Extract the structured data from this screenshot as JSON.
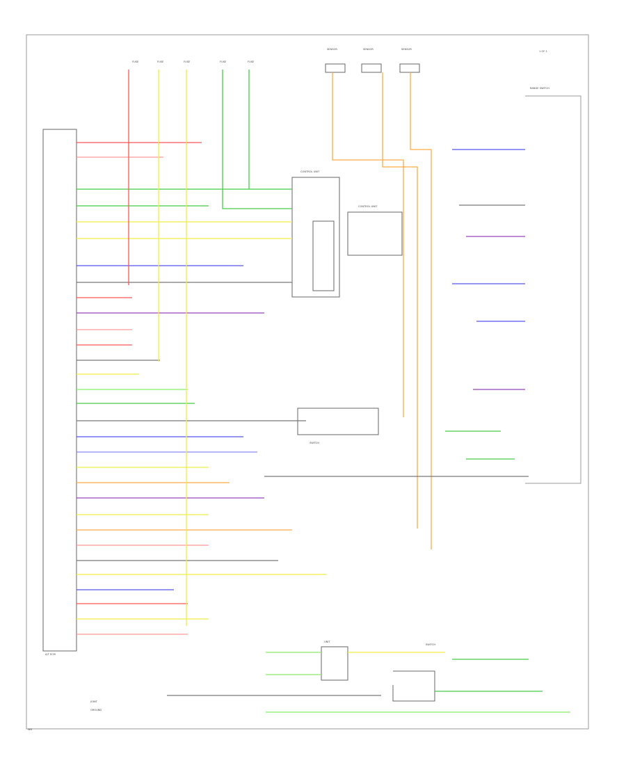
{
  "header": {
    "top_right": "1 OF 1"
  },
  "fuses": [
    {
      "label": "FUSE"
    },
    {
      "label": "FUSE"
    },
    {
      "label": "FUSE"
    },
    {
      "label": "FUSE"
    },
    {
      "label": "FUSE"
    }
  ],
  "sensors": [
    {
      "label": "SENSOR"
    },
    {
      "label": "SENSOR"
    },
    {
      "label": "SENSOR"
    }
  ],
  "components": {
    "relay_unit": "CONTROL UNIT",
    "control_unit_2": "CONTROL UNIT",
    "switch_module": "SWITCH",
    "bottom_unit": "UNIT",
    "position_switch": "SWITCH",
    "right_module": "RANGE SWITCH"
  },
  "left_connector_label": "A/T ECM",
  "bottom_notes": [
    "JOINT",
    "GROUND"
  ],
  "footer_code": "WD",
  "colors": {
    "red": "#ff5555",
    "pink": "#ff9999",
    "green": "#44cc44",
    "lightgreen": "#88ee66",
    "yellow": "#eeee44",
    "blue": "#5555ee",
    "purple": "#9944bb",
    "orange": "#ffaa44",
    "gray": "#777777",
    "lightblue": "#8888ff"
  }
}
